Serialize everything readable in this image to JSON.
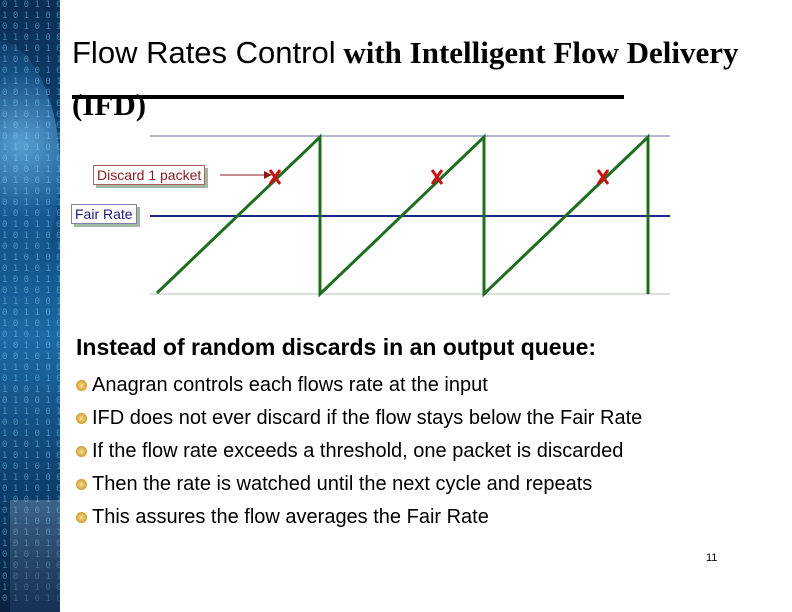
{
  "slide": {
    "title_part1": "Flow Rates Control",
    "title_part2": " with Intelligent Flow Delivery (IFD)",
    "number": "11"
  },
  "diagram": {
    "discard_label": "Discard 1 packet",
    "fair_rate_label": "Fair Rate",
    "discard_marker": "x",
    "colors": {
      "sawtooth": "#1f6e1f",
      "fair_rate_line": "#1a2a8a",
      "bound_lines": "#6a6aa0",
      "discard_marker": "#cc1111",
      "arrow": "#8b1a1a"
    }
  },
  "content": {
    "heading": "Instead of random discards in an output queue:",
    "bullets": [
      "Anagran controls each flows rate at the input",
      "IFD does not ever discard if the flow stays below the Fair Rate",
      "If the flow rate exceeds a threshold, one packet is discarded",
      "Then the rate is watched until the next cycle and repeats",
      "This assures the flow averages the Fair Rate"
    ]
  }
}
